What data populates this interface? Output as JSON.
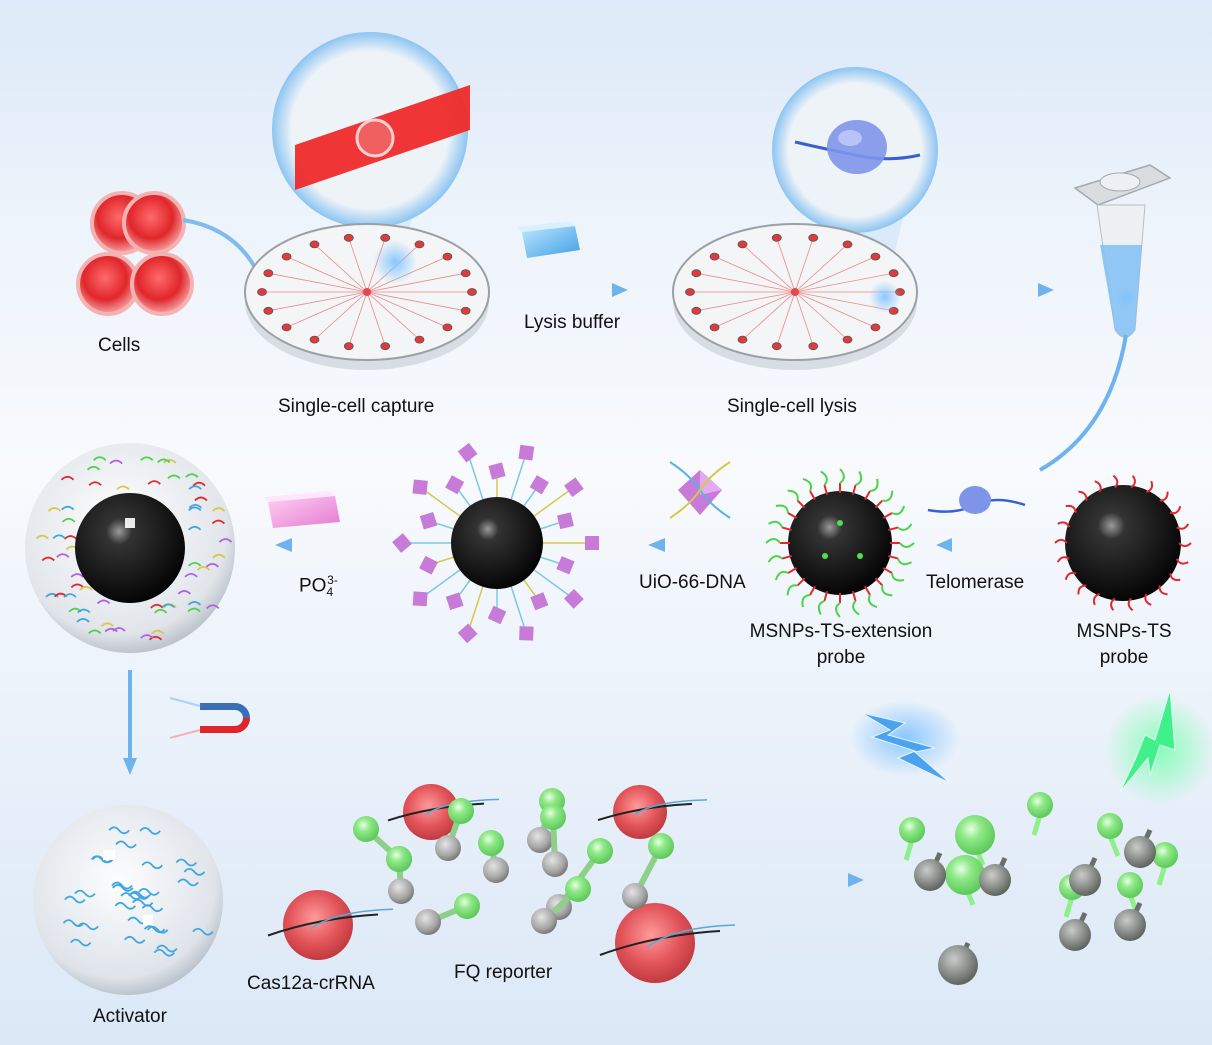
{
  "title": "Single-cell telomerase detection workflow (magnetic nanoparticle probe + CRISPR-Cas12a readout)",
  "labels": {
    "cells": "Cells",
    "single_cell_capture": "Single-cell capture",
    "lysis_buffer": "Lysis buffer",
    "single_cell_lysis": "Single-cell lysis",
    "po4_main": "PO",
    "po4_sub": "4",
    "po4_sup": "3-",
    "uio66_dna": "UiO-66-DNA",
    "telomerase": "Telomerase",
    "msnps_ts_extension_line1": "MSNPs-TS-extension",
    "msnps_ts_extension_line2": "probe",
    "msnps_ts_line1": "MSNPs-TS",
    "msnps_ts_line2": "probe",
    "activator": "Activator",
    "cas12a_crrna": "Cas12a-crRNA",
    "fq_reporter": "FQ reporter"
  },
  "colors": {
    "cell_red": "#e8282c",
    "arrow_blue": "#6fb3ee",
    "nanoparticle_black": "#111111",
    "uio66_purple": "#c77ad8",
    "fluorophore_green": "#7fe07a",
    "quencher_gray": "#7d847f",
    "magnet_blue": "#3a6fb8",
    "magnet_red": "#e0262b",
    "bolt_blue": "#4aa3ee",
    "bolt_green": "#40f08a"
  }
}
